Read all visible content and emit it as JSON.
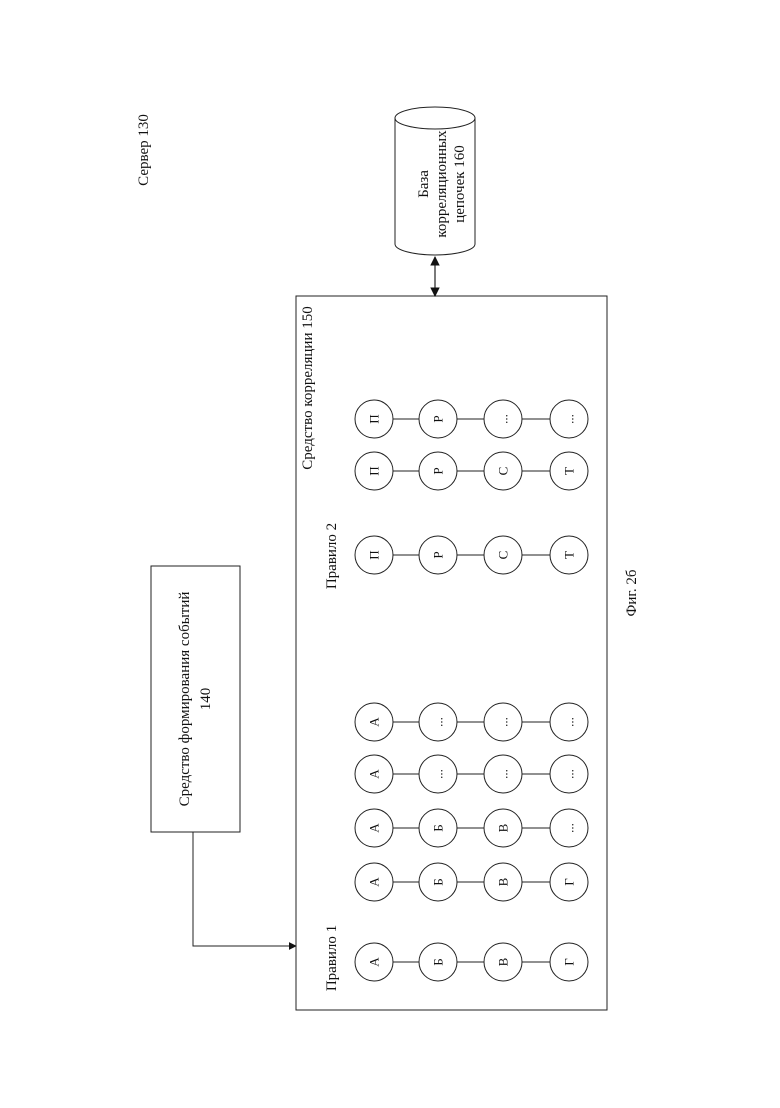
{
  "server_label": "Сервер 130",
  "event_generator": {
    "line1": "Средство формирования событий",
    "line2": "140"
  },
  "correlation_tool": {
    "label": "Средство корреляции 150"
  },
  "database": {
    "line1": "База",
    "line2": "корреляционных",
    "line3": "цепочек 160"
  },
  "rule1": {
    "label": "Правило 1",
    "chain": [
      "А",
      "Б",
      "В",
      "Г"
    ]
  },
  "rule1_chains": [
    [
      "А",
      "Б",
      "В",
      "Г"
    ],
    [
      "А",
      "Б",
      "В",
      "..."
    ],
    [
      "А",
      "...",
      "...",
      "..."
    ],
    [
      "А",
      "...",
      "...",
      "..."
    ]
  ],
  "rule2": {
    "label": "Правило 2",
    "chain": [
      "П",
      "Р",
      "С",
      "Т"
    ]
  },
  "rule2_chains": [
    [
      "П",
      "Р",
      "С",
      "Т"
    ],
    [
      "П",
      "Р",
      "...",
      "..."
    ]
  ],
  "figure_caption": "Фиг. 2б"
}
